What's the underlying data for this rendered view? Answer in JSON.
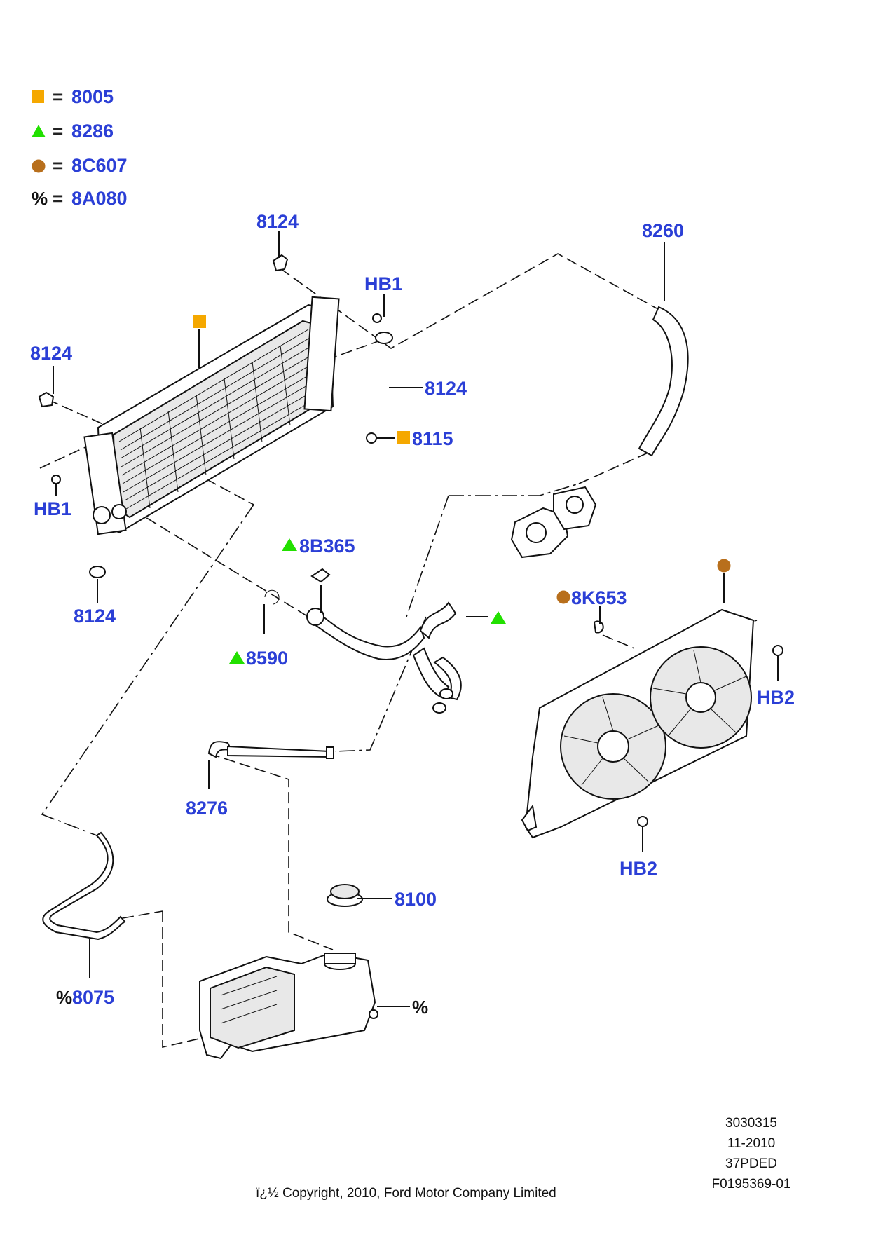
{
  "legend": [
    {
      "symbol": "square-icon",
      "color": "#f5a800",
      "eq": "=",
      "code": "8005"
    },
    {
      "symbol": "triangle-icon",
      "color": "#22e000",
      "eq": "=",
      "code": "8286"
    },
    {
      "symbol": "circle-icon",
      "color": "#b86f1c",
      "eq": "=",
      "code": "8C607"
    },
    {
      "symbol": "%",
      "color": "#111111",
      "eq": "=",
      "code": "8A080"
    }
  ],
  "callouts": {
    "c8124_top": "8124",
    "c8260": "8260",
    "hb1_top": "HB1",
    "c8124_left": "8124",
    "c8124_mid": "8124",
    "c8115": "8115",
    "hb1_left": "HB1",
    "c8124_bottom": "8124",
    "c8b365": "8B365",
    "c8590": "8590",
    "c8k653": "8K653",
    "hb2_right": "HB2",
    "c8276": "8276",
    "hb2_bottom": "HB2",
    "c8100": "8100",
    "c8075_prefix": "%",
    "c8075": "8075",
    "pct_tank": "%"
  },
  "footer": {
    "lines": [
      "3030315",
      "11-2010",
      "37PDED",
      "F0195369-01"
    ],
    "copyright": "ï¿½ Copyright, 2010, Ford Motor Company Limited"
  },
  "colors": {
    "label": "#2b3fd6",
    "square": "#f5a800",
    "triangle": "#22e000",
    "circle": "#b86f1c"
  }
}
